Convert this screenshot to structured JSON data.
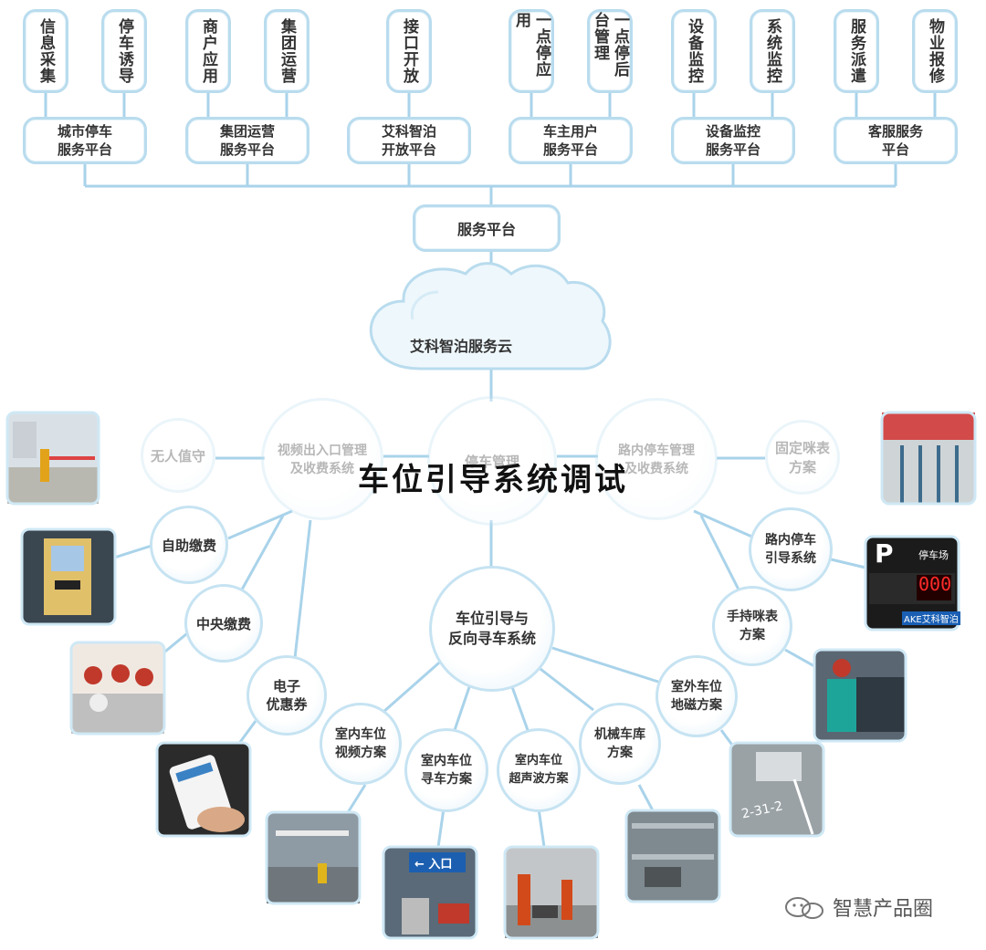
{
  "title": "车位引导系统调试",
  "watermark": "智慧产品圈",
  "top_apps": [
    {
      "label": "信息采集"
    },
    {
      "label": "停车诱导"
    },
    {
      "label": "商户应用"
    },
    {
      "label": "集团运营"
    },
    {
      "label": "接口开放"
    },
    {
      "label": "一点停应用"
    },
    {
      "label": "一点停后台管理"
    },
    {
      "label": "设备监控"
    },
    {
      "label": "系统监控"
    },
    {
      "label": "服务派遣"
    },
    {
      "label": "物业报修"
    }
  ],
  "platforms": [
    {
      "label": "城市停车\n服务平台"
    },
    {
      "label": "集团运营\n服务平台"
    },
    {
      "label": "艾科智泊\n开放平台"
    },
    {
      "label": "车主用户\n服务平台"
    },
    {
      "label": "设备监控\n服务平台"
    },
    {
      "label": "客服服务\n平台"
    }
  ],
  "service_platform": "服务平台",
  "cloud": "艾科智泊服务云",
  "hubs": {
    "video": "视频出入口管理\n及收费系统",
    "parking": "停车管理",
    "roadside": "路内停车管理\n及收费系统",
    "unattended": "无人值守",
    "meter": "固定咪表\n方案",
    "guidance": "车位引导与\n反向寻车系统"
  },
  "nodes": {
    "self_pay": "自助缴费",
    "central_pay": "中央缴费",
    "coupon": "电子\n优惠券",
    "indoor_video": "室内车位\n视频方案",
    "indoor_find": "室内车位\n寻车方案",
    "indoor_ultra": "室内车位\n超声波方案",
    "mech": "机械车库\n方案",
    "outdoor_mag": "室外车位\n地磁方案",
    "handheld": "手持咪表\n方案",
    "road_guide": "路内停车\n引导系统"
  },
  "photo_text": {
    "parking_sign_p": "P",
    "parking_sign_label": "停车场",
    "parking_sign_count": "000",
    "parking_brand": "AKE艾科智泊",
    "entrance_sign": "← 入口",
    "road_marking": "2-31-2"
  },
  "colors": {
    "line": "#a9d3ea",
    "border": "#b9dcee",
    "text": "#333333"
  }
}
